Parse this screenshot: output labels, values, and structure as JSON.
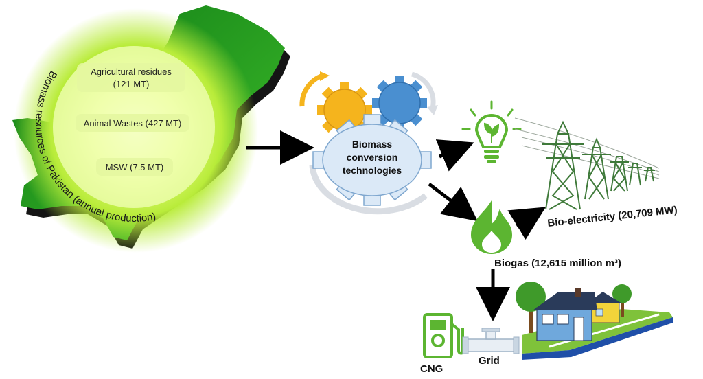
{
  "resources": {
    "title": "Biomass resources of Pakistan (annual production)",
    "items": [
      {
        "label": "Agricultural residues",
        "value": "(121 MT)"
      },
      {
        "label": "Animal Wastes (427 MT)"
      },
      {
        "label": "MSW (7.5 MT)"
      }
    ]
  },
  "conversion": {
    "line1": "Biomass",
    "line2": "conversion",
    "line3": "technologies"
  },
  "outputs": {
    "electricity": "Bio-electricity (20,709 MW)",
    "biogas": "Biogas (12,615 million m³)",
    "cng": "CNG",
    "grid": "Grid"
  },
  "colors": {
    "map_green": "#2e9e1f",
    "glow": "#eaff8a",
    "gear_yellow": "#f5b41d",
    "gear_blue": "#4a8fd0",
    "gear_light": "#dbe9f7",
    "icon_green": "#5cb531",
    "tower_green": "#3f7a3a"
  }
}
